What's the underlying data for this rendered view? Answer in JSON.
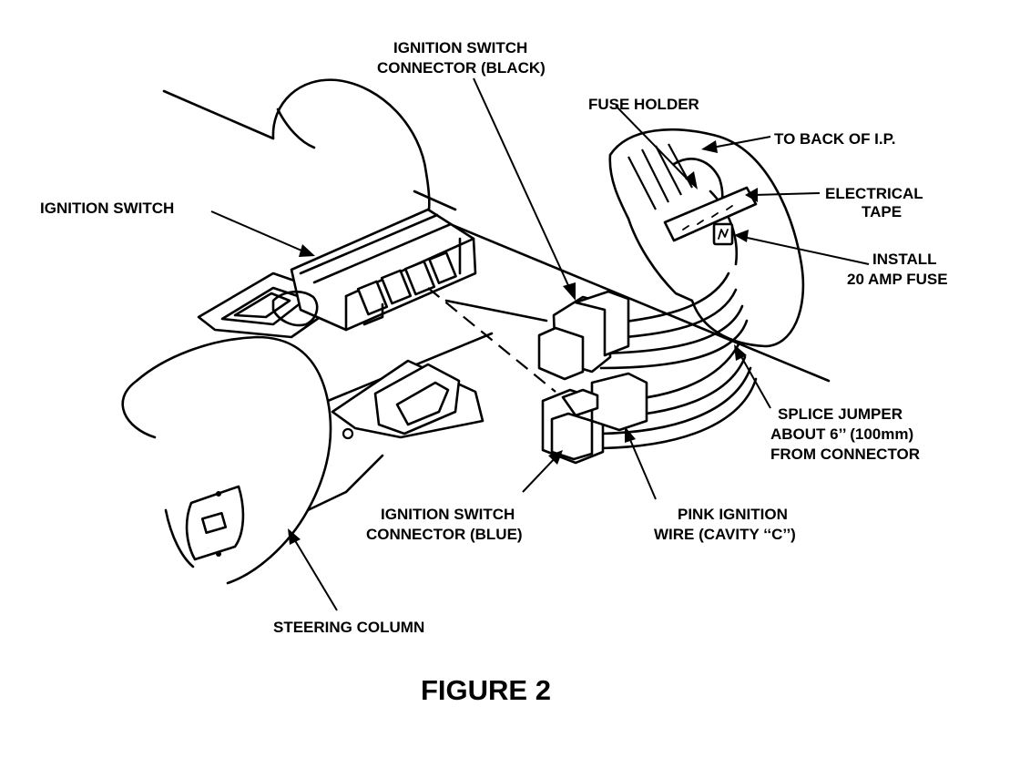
{
  "figure": {
    "caption": "FIGURE 2"
  },
  "labels": {
    "ignition_switch": "IGNITION SWITCH",
    "connector_black_line1": "IGNITION SWITCH",
    "connector_black_line2": "CONNECTOR (BLACK)",
    "fuse_holder": "FUSE HOLDER",
    "to_back_of_ip": "TO BACK OF I.P.",
    "electrical_tape_line1": "ELECTRICAL",
    "electrical_tape_line2": "TAPE",
    "install_fuse_line1": "INSTALL",
    "install_fuse_line2": "20 AMP FUSE",
    "splice_line1": "SPLICE  JUMPER",
    "splice_line2": "ABOUT 6’’ (100mm)",
    "splice_line3": "FROM CONNECTOR",
    "connector_blue_line1": "IGNITION SWITCH",
    "connector_blue_line2": "CONNECTOR (BLUE)",
    "pink_wire_line1": "PINK IGNITION",
    "pink_wire_line2": "WIRE (CAVITY ‘‘C’’)",
    "steering_column": "STEERING COLUMN"
  }
}
